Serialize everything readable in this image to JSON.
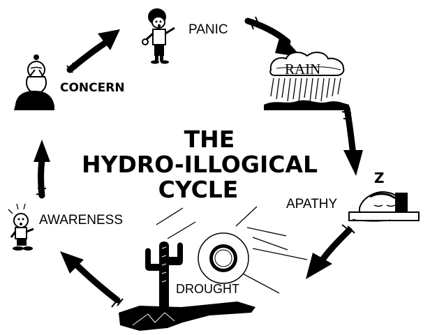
{
  "diagram": {
    "title_lines": [
      "THE",
      "HYDRO-ILLOGICAL",
      "CYCLE"
    ],
    "stages": {
      "panic": "PANIC",
      "rain": "RAIN",
      "apathy": "APATHY",
      "drought": "DROUGHT",
      "awareness": "AWARENESS",
      "concern": "CONCERN"
    },
    "apathy_sleep_mark": "Z"
  }
}
